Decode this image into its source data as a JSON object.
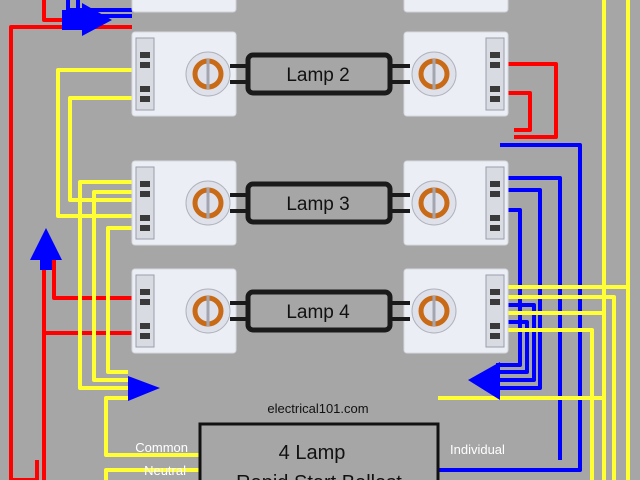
{
  "diagram": {
    "lamps": [
      {
        "label": "Lamp 2"
      },
      {
        "label": "Lamp 3"
      },
      {
        "label": "Lamp 4"
      }
    ],
    "website": "electrical101.com",
    "ballast": {
      "title": "4 Lamp",
      "subtitle": "Rapid Start Ballast"
    },
    "labels": {
      "common": "Common",
      "neutral": "Neutral",
      "individual": "Individual"
    },
    "colors": {
      "background": "#a6a6a6",
      "hot_wire": "#ff0000",
      "neutral_wire": "#ffff33",
      "individual_wire": "#0000ff",
      "socket": "#eceef5",
      "lamp_body": "#a6a6a6",
      "lamp_outline": "#1a1a1a",
      "ballast_box": "#a6a6a6",
      "label_text": "#ffffff"
    }
  }
}
